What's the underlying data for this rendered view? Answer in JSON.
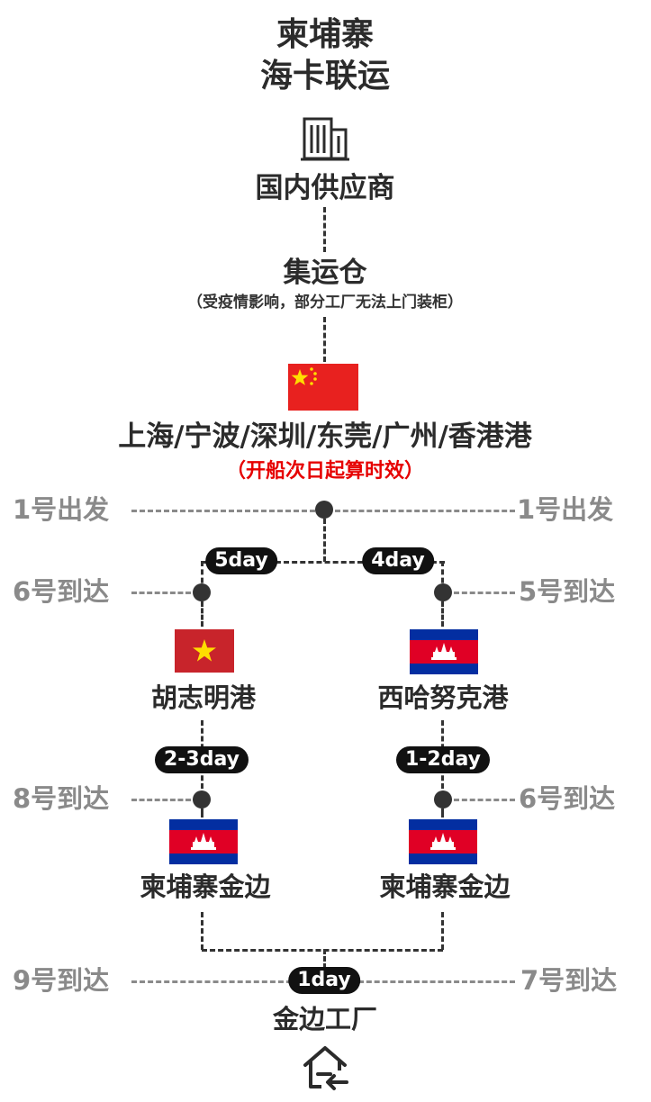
{
  "title": {
    "line1": "柬埔寨",
    "line2": "海卡联运"
  },
  "nodes": {
    "supplier": "国内供应商",
    "warehouse": "集运仓",
    "warehouse_note": "（受疫情影响，部分工厂无法上门装柜）",
    "china_ports": "上海/宁波/深圳/东莞/广州/香港港",
    "sailing_note": "（开船次日起算时效）",
    "hcm_port": "胡志明港",
    "sihanouk_port": "西哈努克港",
    "kampong_left": "柬埔寨金边",
    "kampong_right": "柬埔寨金边",
    "factory": "金边工厂"
  },
  "schedule": {
    "depart_left": "1号出发",
    "depart_right": "1号出发",
    "arrive_hcm": "6号到达",
    "arrive_sihanouk": "5号到达",
    "arrive_pp_left": "8号到达",
    "arrive_pp_right": "6号到达",
    "arrive_factory_left": "9号到达",
    "arrive_factory_right": "7号到达"
  },
  "durations": {
    "sea_vietnam": "5day",
    "sea_cambodia": "4day",
    "truck_vietnam": "2-3day",
    "truck_cambodia": "1-2day",
    "last_mile": "1day"
  },
  "icons": {
    "top": "office-building-icon",
    "bottom": "home-delivery-icon"
  },
  "flags": [
    "china-flag",
    "vietnam-flag",
    "cambodia-flag"
  ],
  "colors": {
    "accent_red": "#e60000",
    "text_dark": "#2b2b2b",
    "text_grey": "#8a8a8a",
    "pill_bg": "#111111"
  }
}
